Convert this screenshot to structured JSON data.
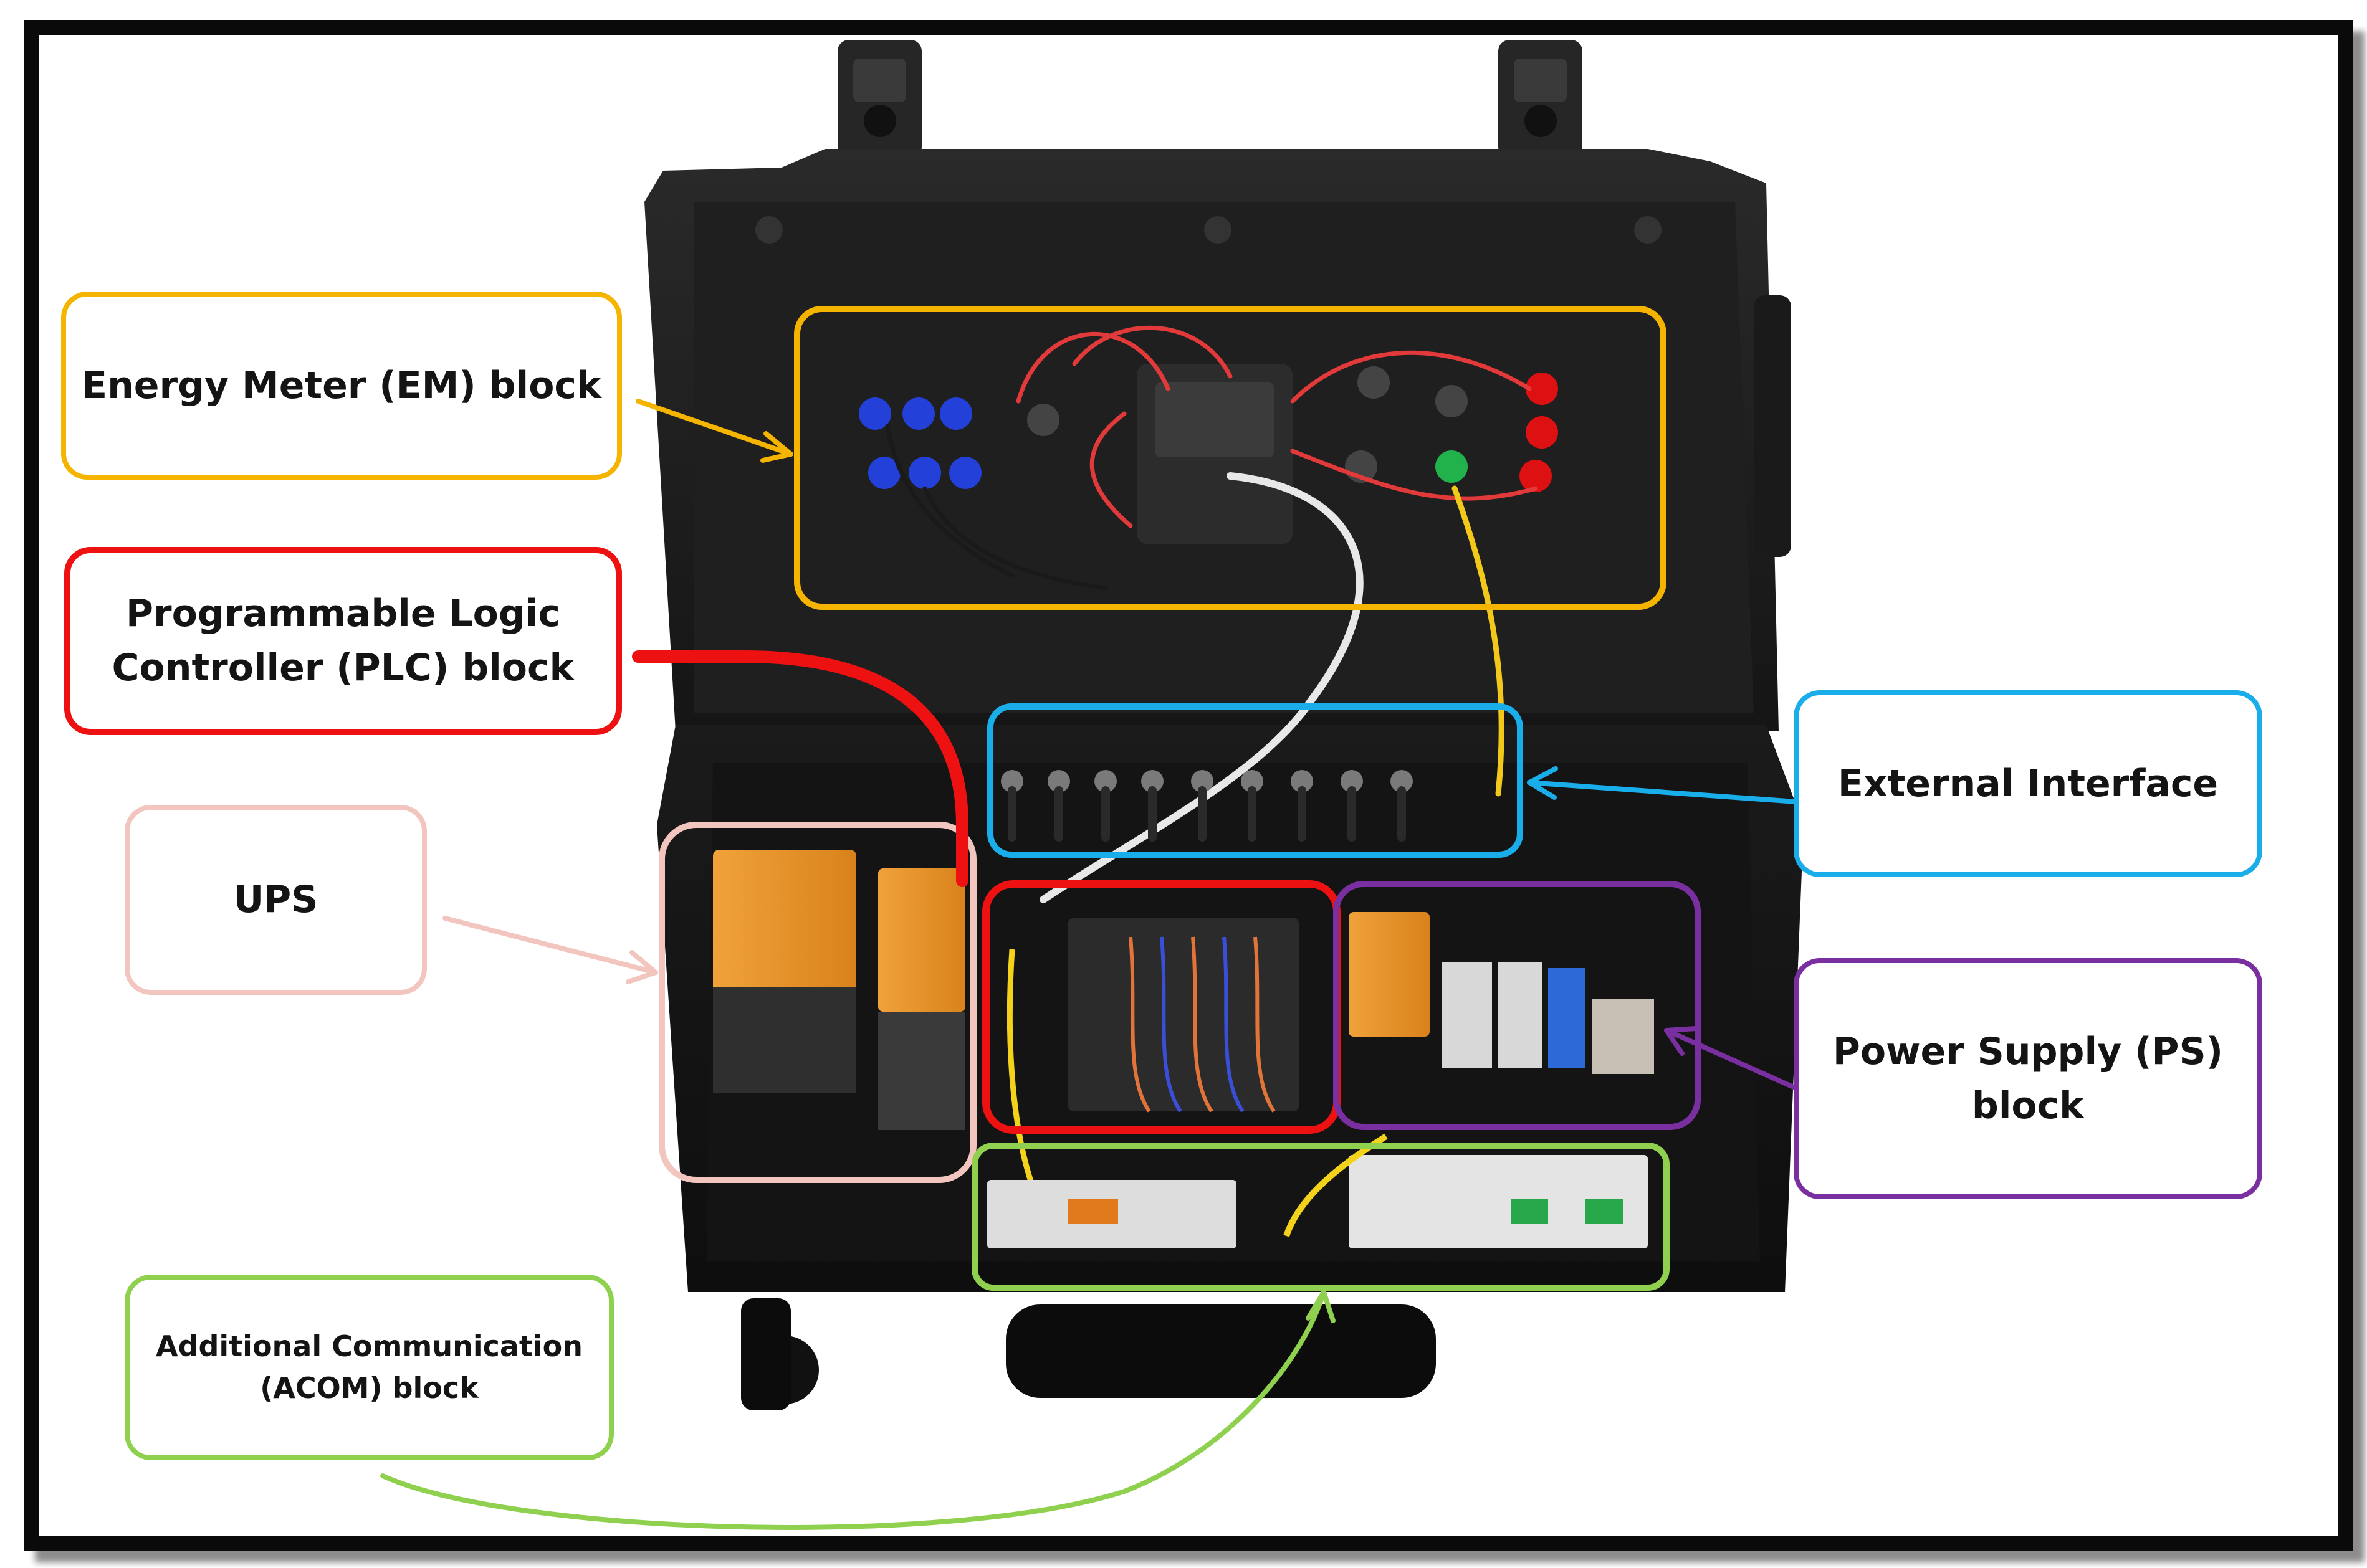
{
  "labels": {
    "em": "Energy Meter (EM) block",
    "plc": "Programmable Logic\nController (PLC) block",
    "ups": "UPS",
    "acom": "Additional Communication\n(ACOM) block",
    "ext": "External Interface",
    "ps": "Power Supply (PS)\nblock"
  },
  "colors": {
    "em": "#f5b400",
    "plc": "#ee1111",
    "ups": "#f2c6be",
    "acom": "#8fd14f",
    "ext": "#19aeea",
    "ps": "#7a2fa0",
    "frame": "#0a0a0a"
  }
}
